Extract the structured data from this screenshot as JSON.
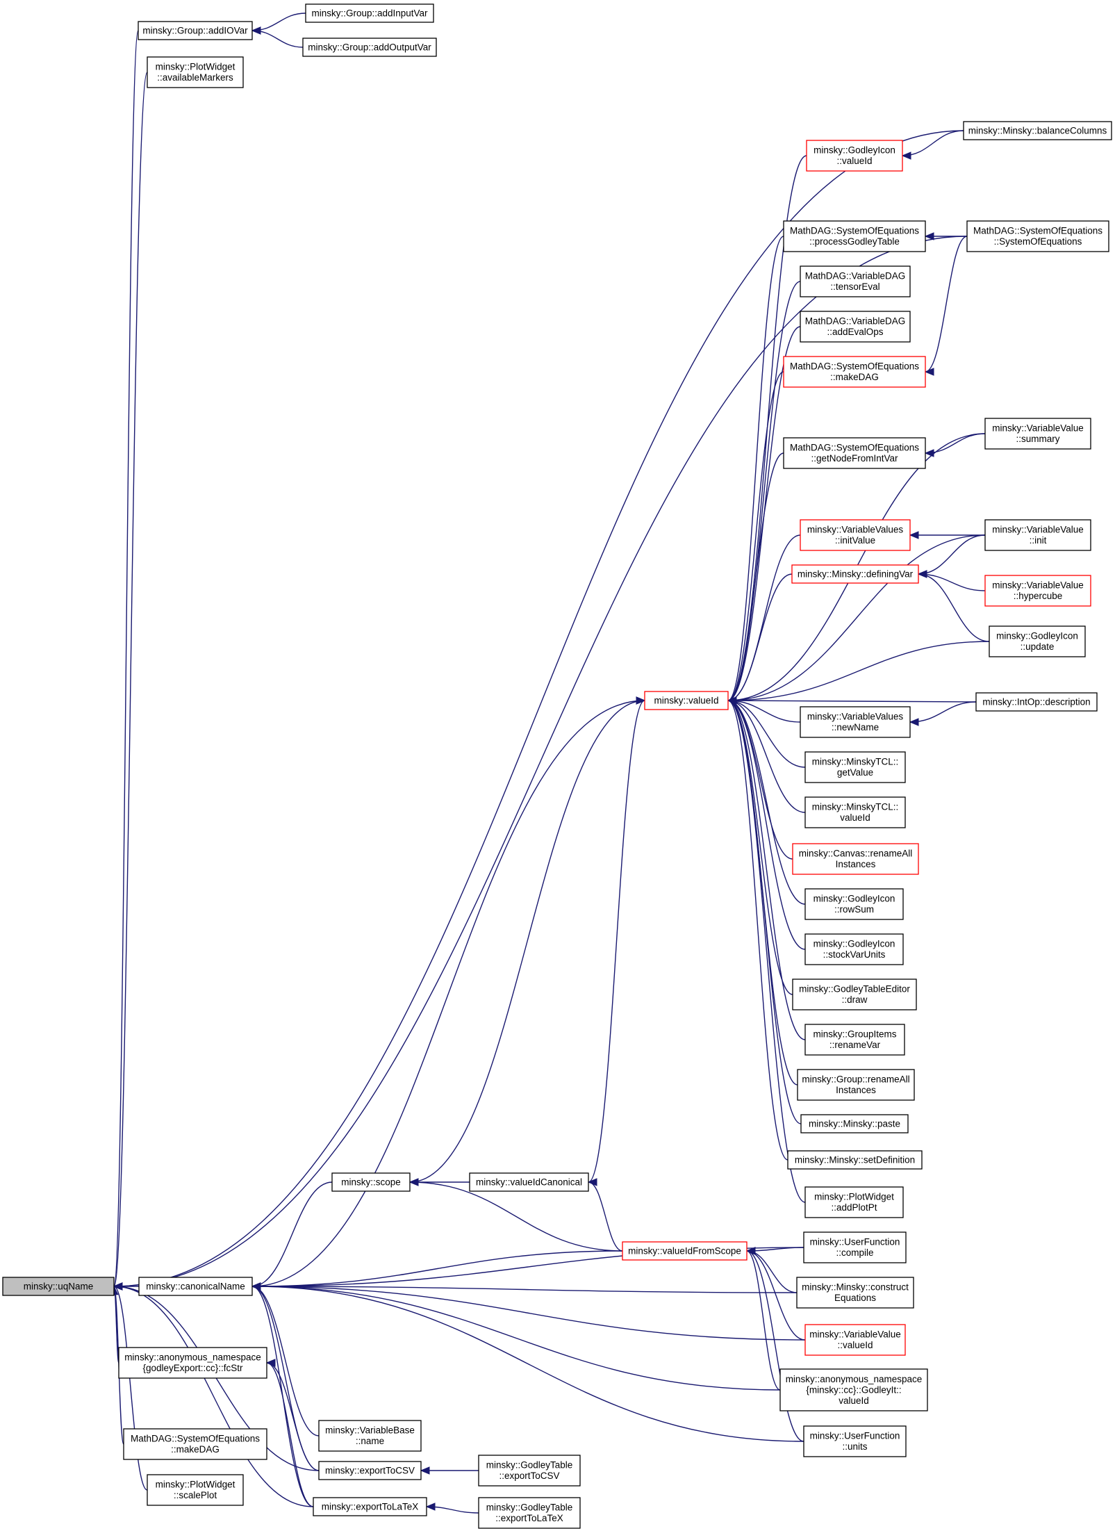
{
  "nodes": [
    {
      "id": "uqName",
      "lines": [
        "minsky::uqName"
      ],
      "color": "black",
      "root": true
    },
    {
      "id": "addIOVar",
      "lines": [
        "minsky::Group::addIOVar"
      ],
      "color": "black"
    },
    {
      "id": "addInputVar",
      "lines": [
        "minsky::Group::addInputVar"
      ],
      "color": "black"
    },
    {
      "id": "addOutputVar",
      "lines": [
        "minsky::Group::addOutputVar"
      ],
      "color": "black"
    },
    {
      "id": "availableMarkers",
      "lines": [
        "minsky::PlotWidget",
        "::availableMarkers"
      ],
      "color": "black"
    },
    {
      "id": "balanceColumns",
      "lines": [
        "minsky::Minsky::balanceColumns"
      ],
      "color": "black"
    },
    {
      "id": "godleyIconValueId",
      "lines": [
        "minsky::GodleyIcon",
        "::valueId"
      ],
      "color": "red"
    },
    {
      "id": "processGodleyTable",
      "lines": [
        "MathDAG::SystemOfEquations",
        "::processGodleyTable"
      ],
      "color": "black"
    },
    {
      "id": "systemOfEquations",
      "lines": [
        "MathDAG::SystemOfEquations",
        "::SystemOfEquations"
      ],
      "color": "black"
    },
    {
      "id": "tensorEval",
      "lines": [
        "MathDAG::VariableDAG",
        "::tensorEval"
      ],
      "color": "black"
    },
    {
      "id": "addEvalOps",
      "lines": [
        "MathDAG::VariableDAG",
        "::addEvalOps"
      ],
      "color": "black"
    },
    {
      "id": "makeDAG1",
      "lines": [
        "MathDAG::SystemOfEquations",
        "::makeDAG"
      ],
      "color": "red"
    },
    {
      "id": "getNodeFromIntVar",
      "lines": [
        "MathDAG::SystemOfEquations",
        "::getNodeFromIntVar"
      ],
      "color": "black"
    },
    {
      "id": "summary",
      "lines": [
        "minsky::VariableValue",
        "::summary"
      ],
      "color": "black"
    },
    {
      "id": "initValue",
      "lines": [
        "minsky::VariableValues",
        "::initValue"
      ],
      "color": "red"
    },
    {
      "id": "vvInit",
      "lines": [
        "minsky::VariableValue",
        "::init"
      ],
      "color": "black"
    },
    {
      "id": "definingVar",
      "lines": [
        "minsky::Minsky::definingVar"
      ],
      "color": "red"
    },
    {
      "id": "hypercube",
      "lines": [
        "minsky::VariableValue",
        "::hypercube"
      ],
      "color": "red"
    },
    {
      "id": "godleyUpdate",
      "lines": [
        "minsky::GodleyIcon",
        "::update"
      ],
      "color": "black"
    },
    {
      "id": "valueId",
      "lines": [
        "minsky::valueId"
      ],
      "color": "red"
    },
    {
      "id": "intOpDescription",
      "lines": [
        "minsky::IntOp::description"
      ],
      "color": "black"
    },
    {
      "id": "newName",
      "lines": [
        "minsky::VariableValues",
        "::newName"
      ],
      "color": "black"
    },
    {
      "id": "tclGetValue",
      "lines": [
        "minsky::MinskyTCL::",
        "getValue"
      ],
      "color": "black"
    },
    {
      "id": "tclValueId",
      "lines": [
        "minsky::MinskyTCL::",
        "valueId"
      ],
      "color": "black"
    },
    {
      "id": "canvasRename",
      "lines": [
        "minsky::Canvas::renameAll",
        "Instances"
      ],
      "color": "red"
    },
    {
      "id": "rowSum",
      "lines": [
        "minsky::GodleyIcon",
        "::rowSum"
      ],
      "color": "black"
    },
    {
      "id": "stockVarUnits",
      "lines": [
        "minsky::GodleyIcon",
        "::stockVarUnits"
      ],
      "color": "black"
    },
    {
      "id": "tableEditorDraw",
      "lines": [
        "minsky::GodleyTableEditor",
        "::draw"
      ],
      "color": "black"
    },
    {
      "id": "renameVar",
      "lines": [
        "minsky::GroupItems",
        "::renameVar"
      ],
      "color": "black"
    },
    {
      "id": "groupRename",
      "lines": [
        "minsky::Group::renameAll",
        "Instances"
      ],
      "color": "black"
    },
    {
      "id": "paste",
      "lines": [
        "minsky::Minsky::paste"
      ],
      "color": "black"
    },
    {
      "id": "setDefinition",
      "lines": [
        "minsky::Minsky::setDefinition"
      ],
      "color": "black"
    },
    {
      "id": "addPlotPt",
      "lines": [
        "minsky::PlotWidget",
        "::addPlotPt"
      ],
      "color": "black"
    },
    {
      "id": "scope",
      "lines": [
        "minsky::scope"
      ],
      "color": "black"
    },
    {
      "id": "valueIdCanonical",
      "lines": [
        "minsky::valueIdCanonical"
      ],
      "color": "black"
    },
    {
      "id": "valueIdFromScope",
      "lines": [
        "minsky::valueIdFromScope"
      ],
      "color": "red"
    },
    {
      "id": "ufCompile",
      "lines": [
        "minsky::UserFunction",
        "::compile"
      ],
      "color": "black"
    },
    {
      "id": "canonicalName",
      "lines": [
        "minsky::canonicalName"
      ],
      "color": "black"
    },
    {
      "id": "constructEquations",
      "lines": [
        "minsky::Minsky::construct",
        "Equations"
      ],
      "color": "black"
    },
    {
      "id": "vvValueId",
      "lines": [
        "minsky::VariableValue",
        "::valueId"
      ],
      "color": "red"
    },
    {
      "id": "fcStr",
      "lines": [
        "minsky::anonymous_namespace",
        "{godleyExport::cc}::fcStr"
      ],
      "color": "black"
    },
    {
      "id": "godleyItValueId",
      "lines": [
        "minsky::anonymous_namespace",
        "{minsky::cc}::GodleyIt::",
        "valueId"
      ],
      "color": "black"
    },
    {
      "id": "makeDAG2",
      "lines": [
        "MathDAG::SystemOfEquations",
        "::makeDAG"
      ],
      "color": "black"
    },
    {
      "id": "variableBaseName",
      "lines": [
        "minsky::VariableBase",
        "::name"
      ],
      "color": "black"
    },
    {
      "id": "ufUnits",
      "lines": [
        "minsky::UserFunction",
        "::units"
      ],
      "color": "black"
    },
    {
      "id": "scalePlot",
      "lines": [
        "minsky::PlotWidget",
        "::scalePlot"
      ],
      "color": "black"
    },
    {
      "id": "exportToCSV",
      "lines": [
        "minsky::exportToCSV"
      ],
      "color": "black"
    },
    {
      "id": "tableExportToCSV",
      "lines": [
        "minsky::GodleyTable",
        "::exportToCSV"
      ],
      "color": "black"
    },
    {
      "id": "exportToLaTeX",
      "lines": [
        "minsky::exportToLaTeX"
      ],
      "color": "black"
    },
    {
      "id": "tableExportToLaTeX",
      "lines": [
        "minsky::GodleyTable",
        "::exportToLaTeX"
      ],
      "color": "black"
    }
  ],
  "edges": [
    [
      "uqName",
      "addIOVar"
    ],
    [
      "uqName",
      "availableMarkers"
    ],
    [
      "uqName",
      "balanceColumns"
    ],
    [
      "uqName",
      "systemOfEquations"
    ],
    [
      "uqName",
      "canonicalName"
    ],
    [
      "uqName",
      "fcStr"
    ],
    [
      "uqName",
      "makeDAG2"
    ],
    [
      "uqName",
      "scalePlot"
    ],
    [
      "uqName",
      "exportToCSV"
    ],
    [
      "uqName",
      "exportToLaTeX"
    ],
    [
      "addIOVar",
      "addInputVar"
    ],
    [
      "addIOVar",
      "addOutputVar"
    ],
    [
      "godleyIconValueId",
      "balanceColumns"
    ],
    [
      "processGodleyTable",
      "systemOfEquations"
    ],
    [
      "makeDAG1",
      "systemOfEquations"
    ],
    [
      "getNodeFromIntVar",
      "summary"
    ],
    [
      "initValue",
      "vvInit"
    ],
    [
      "definingVar",
      "vvInit"
    ],
    [
      "definingVar",
      "hypercube"
    ],
    [
      "definingVar",
      "godleyUpdate"
    ],
    [
      "newName",
      "intOpDescription"
    ],
    [
      "valueId",
      "godleyIconValueId"
    ],
    [
      "valueId",
      "processGodleyTable"
    ],
    [
      "valueId",
      "tensorEval"
    ],
    [
      "valueId",
      "addEvalOps"
    ],
    [
      "valueId",
      "makeDAG1"
    ],
    [
      "valueId",
      "summary"
    ],
    [
      "valueId",
      "getNodeFromIntVar"
    ],
    [
      "valueId",
      "vvInit"
    ],
    [
      "valueId",
      "initValue"
    ],
    [
      "valueId",
      "definingVar"
    ],
    [
      "valueId",
      "godleyUpdate"
    ],
    [
      "valueId",
      "intOpDescription"
    ],
    [
      "valueId",
      "newName"
    ],
    [
      "valueId",
      "tclGetValue"
    ],
    [
      "valueId",
      "tclValueId"
    ],
    [
      "valueId",
      "canvasRename"
    ],
    [
      "valueId",
      "rowSum"
    ],
    [
      "valueId",
      "stockVarUnits"
    ],
    [
      "valueId",
      "tableEditorDraw"
    ],
    [
      "valueId",
      "renameVar"
    ],
    [
      "valueId",
      "groupRename"
    ],
    [
      "valueId",
      "paste"
    ],
    [
      "valueId",
      "setDefinition"
    ],
    [
      "valueId",
      "addPlotPt"
    ],
    [
      "valueId",
      "canonicalName"
    ],
    [
      "valueId",
      "scope"
    ],
    [
      "valueId",
      "valueIdCanonical"
    ],
    [
      "scope",
      "valueIdCanonical"
    ],
    [
      "scope",
      "valueIdFromScope"
    ],
    [
      "valueIdCanonical",
      "valueIdFromScope"
    ],
    [
      "valueIdFromScope",
      "ufCompile"
    ],
    [
      "valueIdFromScope",
      "constructEquations"
    ],
    [
      "valueIdFromScope",
      "vvValueId"
    ],
    [
      "valueIdFromScope",
      "godleyItValueId"
    ],
    [
      "valueIdFromScope",
      "ufUnits"
    ],
    [
      "canonicalName",
      "scope"
    ],
    [
      "canonicalName",
      "ufCompile"
    ],
    [
      "canonicalName",
      "valueIdFromScope"
    ],
    [
      "canonicalName",
      "constructEquations"
    ],
    [
      "canonicalName",
      "vvValueId"
    ],
    [
      "canonicalName",
      "godleyItValueId"
    ],
    [
      "canonicalName",
      "ufUnits"
    ],
    [
      "canonicalName",
      "variableBaseName"
    ],
    [
      "canonicalName",
      "exportToCSV"
    ],
    [
      "canonicalName",
      "exportToLaTeX"
    ],
    [
      "fcStr",
      "exportToCSV"
    ],
    [
      "fcStr",
      "exportToLaTeX"
    ],
    [
      "exportToCSV",
      "tableExportToCSV"
    ],
    [
      "exportToLaTeX",
      "tableExportToLaTeX"
    ]
  ]
}
